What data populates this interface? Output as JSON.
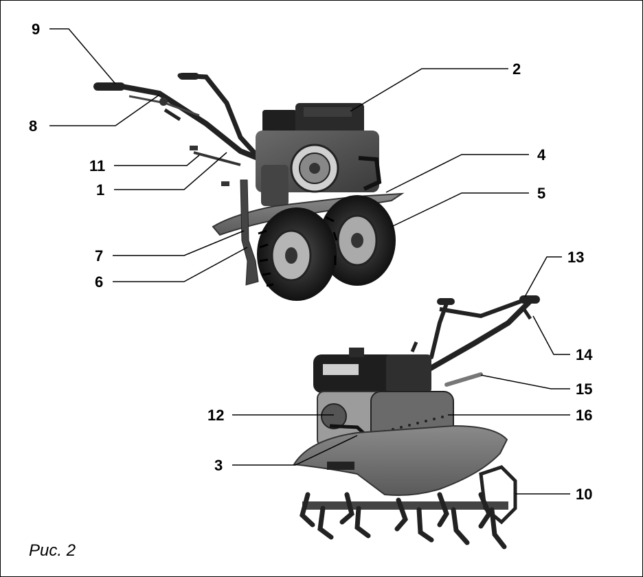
{
  "figure": {
    "caption": "Рис. 2",
    "callouts": {
      "c1": "1",
      "c2": "2",
      "c3": "3",
      "c4": "4",
      "c5": "5",
      "c6": "6",
      "c7": "7",
      "c8": "8",
      "c9": "9",
      "c10": "10",
      "c11": "11",
      "c12": "12",
      "c13": "13",
      "c14": "14",
      "c15": "15",
      "c16": "16"
    },
    "colors": {
      "ink": "#000000",
      "dark_gray": "#2a2a2a",
      "mid_gray": "#7a7a7a",
      "light_gray": "#b8b8b8"
    }
  }
}
